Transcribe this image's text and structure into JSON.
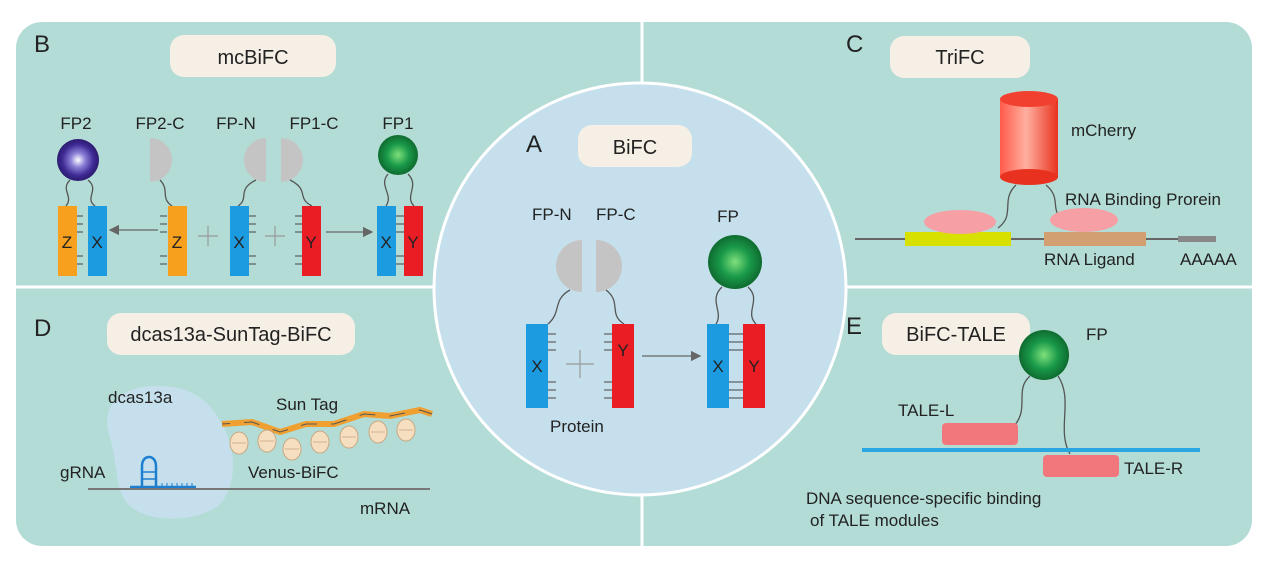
{
  "colors": {
    "panel": "#b3dcd6",
    "center": "#c5e0ec",
    "pill": "#f6efe5",
    "orange": "#f7a01d",
    "blue": "#1d9be0",
    "red": "#ea1c24",
    "green": "#1a9a4a",
    "purple": "#3e2a93",
    "gray": "#c4c4c4",
    "pink": "#f6a0a6",
    "tale": "#f2777c",
    "yellow": "#d8e000",
    "brown": "#d2a070",
    "dna": "#2aa6e0",
    "suntag": "#f0a030",
    "line": "#555555"
  },
  "panelA": {
    "letter": "A",
    "title": "BiFC",
    "fp_n": "FP-N",
    "fp_c": "FP-C",
    "fp": "FP",
    "x": "X",
    "y": "Y",
    "protein": "Protein"
  },
  "panelB": {
    "letter": "B",
    "title": "mcBiFC",
    "fp2": "FP2",
    "fp2_c": "FP2-C",
    "fp_n": "FP-N",
    "fp1_c": "FP1-C",
    "fp1": "FP1",
    "z": "Z",
    "x": "X",
    "y": "Y"
  },
  "panelC": {
    "letter": "C",
    "title": "TriFC",
    "mcherry": "mCherry",
    "rbp": "RNA Binding Prorein",
    "ligand": "RNA Ligand",
    "polya": "AAAAA"
  },
  "panelD": {
    "letter": "D",
    "title": "dcas13a-SunTag-BiFC",
    "dcas": "dcas13a",
    "suntag": "Sun Tag",
    "grna": "gRNA",
    "venus": "Venus-BiFC",
    "mrna": "mRNA"
  },
  "panelE": {
    "letter": "E",
    "title": "BiFC-TALE",
    "fp": "FP",
    "tale_l": "TALE-L",
    "tale_r": "TALE-R",
    "dna_line1": "DNA sequence-specific binding",
    "dna_line2": "of TALE modules"
  }
}
